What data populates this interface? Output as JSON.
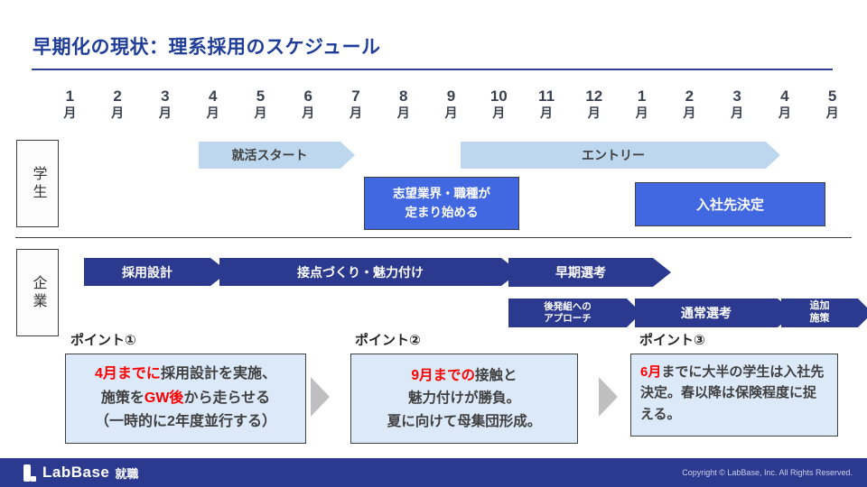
{
  "title": "早期化の現状：理系採用のスケジュール",
  "timeline": {
    "months": [
      "1",
      "2",
      "3",
      "4",
      "5",
      "6",
      "7",
      "8",
      "9",
      "10",
      "11",
      "12",
      "1",
      "2",
      "3",
      "4",
      "5"
    ],
    "unit": "月"
  },
  "student": {
    "row_label": "学生",
    "arrow_start": "就活スタート",
    "arrow_entry": "エントリー",
    "box_aspiration": "志望業界・職種が\n定まり始める",
    "box_decision": "入社先決定"
  },
  "company": {
    "row_label": "企業",
    "arrow_design": "採用設計",
    "arrow_contact": "接点づくり・魅力付け",
    "arrow_early": "早期選考",
    "arrow_latecomer": "後発組への\nアプローチ",
    "arrow_normal": "通常選考",
    "arrow_additional": "追加\n施策"
  },
  "points": [
    {
      "label": "ポイント①",
      "lines": [
        [
          {
            "t": "4月までに",
            "red": true
          },
          {
            "t": "採用設計を実施、",
            "red": false
          }
        ],
        [
          {
            "t": "施策を",
            "red": false
          },
          {
            "t": "GW後",
            "red": true
          },
          {
            "t": "から走らせる",
            "red": false
          }
        ],
        [
          {
            "t": "（一時的に2年度並行する）",
            "red": false
          }
        ]
      ]
    },
    {
      "label": "ポイント②",
      "lines": [
        [
          {
            "t": "9月までの",
            "red": true
          },
          {
            "t": "接触と",
            "red": false
          }
        ],
        [
          {
            "t": "魅力付けが勝負。",
            "red": false
          }
        ],
        [
          {
            "t": "夏に向けて母集団形成。",
            "red": false
          }
        ]
      ]
    },
    {
      "label": "ポイント③",
      "lines": [
        [
          {
            "t": "6月",
            "red": true
          },
          {
            "t": "までに大半の学生は入社先決定。春以降は保険程度に捉える。",
            "red": false
          }
        ]
      ]
    }
  ],
  "footer": {
    "brand": "LabBase",
    "brand_suffix": "就職",
    "copyright": "Copyright © LabBase, Inc. All Rights Reserved."
  },
  "colors": {
    "title_blue": "#1F3D99",
    "navy": "#2B3A8F",
    "royal_blue": "#4168E1",
    "light_blue": "#BDD7EE",
    "panel_blue": "#DCE9F8",
    "accent_red": "#FF0000"
  }
}
